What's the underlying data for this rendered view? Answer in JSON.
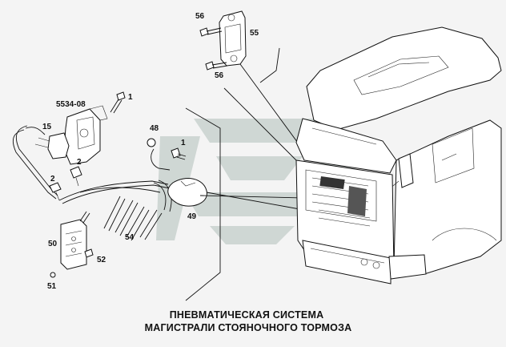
{
  "colors": {
    "background": "#f4f4f4",
    "ink": "#111111",
    "watermark": "#c9d2cf"
  },
  "labels": {
    "p56_top": "56",
    "p55": "55",
    "p56_bottom": "56",
    "p5534": "5534-08",
    "p1_top": "1",
    "p15": "15",
    "p48": "48",
    "p1_mid": "1",
    "p2_a": "2",
    "p2_b": "2",
    "p49": "49",
    "p54": "54",
    "p50": "50",
    "p52": "52",
    "p51": "51"
  },
  "caption": {
    "line1": "ПНЕВМАТИЧЕСКАЯ СИСТЕМА",
    "line2": "МАГИСТРАЛИ СТОЯНОЧНОГО ТОРМОЗА"
  },
  "icons": {
    "watermark": "stylized-arrow-logo-icon",
    "truck": "truck-cab-icon"
  }
}
